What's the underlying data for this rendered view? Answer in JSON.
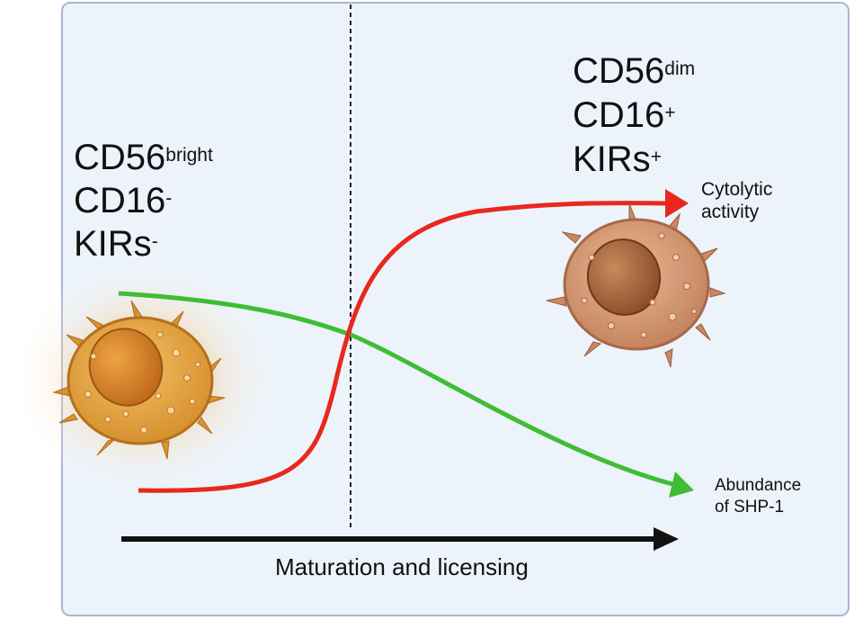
{
  "left_markers": [
    {
      "main": "CD56",
      "sup": "bright"
    },
    {
      "main": "CD16",
      "sup": "-"
    },
    {
      "main": "KIRs",
      "sup": "-"
    }
  ],
  "right_markers": [
    {
      "main": "CD56",
      "sup": "dim"
    },
    {
      "main": "CD16",
      "sup": "+"
    },
    {
      "main": "KIRs",
      "sup": "+"
    }
  ],
  "curves": {
    "red": {
      "label_line1": "Cytolytic",
      "label_line2": "activity",
      "color": "#e8281e"
    },
    "green": {
      "label_line1": "Abundance",
      "label_line2": "of SHP-1",
      "color": "#3fbd34"
    }
  },
  "axis": {
    "label": "Maturation and licensing",
    "color": "#111111"
  },
  "colors": {
    "panel_bg": "#ecf3fa",
    "panel_border": "#a9b6d3",
    "immature_cell": "#e3a33b",
    "mature_cell": "#c98a63"
  }
}
